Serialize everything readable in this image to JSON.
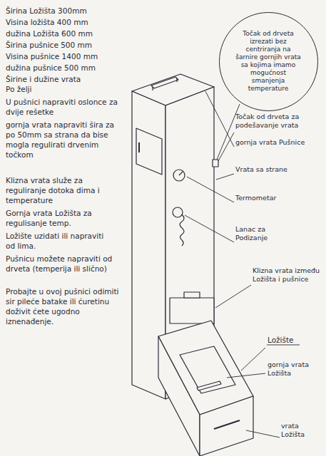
{
  "diagram": {
    "nodes": [
      {
        "text": [
          "Točak od drveta izrezati bez centriranja na šarnire gornjih vrata sa kojima imamo mogućnost smanjenja temperature"
        ]
      }
    ],
    "labels": [
      "Širina Ložišta 300mm",
      "Visina ložišta 400 mm",
      "dužina Ložišta 600 mm",
      "Širina pušnice 500 mm",
      "Visina pušnice 1400 mm",
      "dužina pušnice 500 mm",
      "Širine i dužine vrata Po želji",
      "U pušnici napraviti oslonce za dvije rešetke",
      "gornja vrata napraviti šira za po 50mm sa strana da bise mogla regulirati drvenim točkom",
      "Klizna vrata služe za reguliranje dotoka dima i temperature",
      "Gornja vrata Ložišta za regulisanje temp.",
      "Ložište uzidati ili napraviti od lima.",
      "Pušnicu možete napraviti od drveta (temperija ili slično)",
      "Probajte u ovoj pušnici odimiti sir pileće batake ili ćuretinu doživit ćete ugodno iznenađenje.",
      "Točak od drveta za podešavanje vrata",
      "gornja vrata Pušnice",
      "Vrata sa strane",
      "Termometar",
      "Lanac za Podizanje",
      "Klizna vrata između Ložišta i pušnice",
      "Ložište",
      "gornja vrata Ložišta",
      "vrata Ložišta"
    ]
  }
}
